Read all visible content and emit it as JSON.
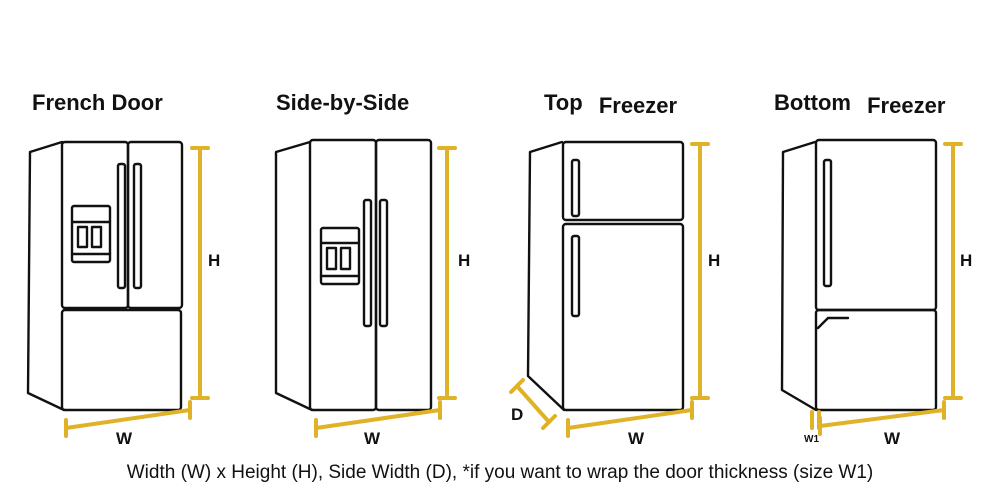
{
  "titles": {
    "french": "French Door",
    "side": "Side-by-Side",
    "top_a": "Top",
    "top_b": "Freezer",
    "bottom_a": "Bottom",
    "bottom_b": "Freezer"
  },
  "dimension_labels": {
    "height": "H",
    "width": "W",
    "depth": "D",
    "door_thickness": "W1"
  },
  "caption": "Width (W) x Height (H), Side Width (D), *if you want to wrap the door thickness  (size W1)",
  "colors": {
    "outline": "#111111",
    "dimension": "#E0B227",
    "background": "#ffffff"
  }
}
